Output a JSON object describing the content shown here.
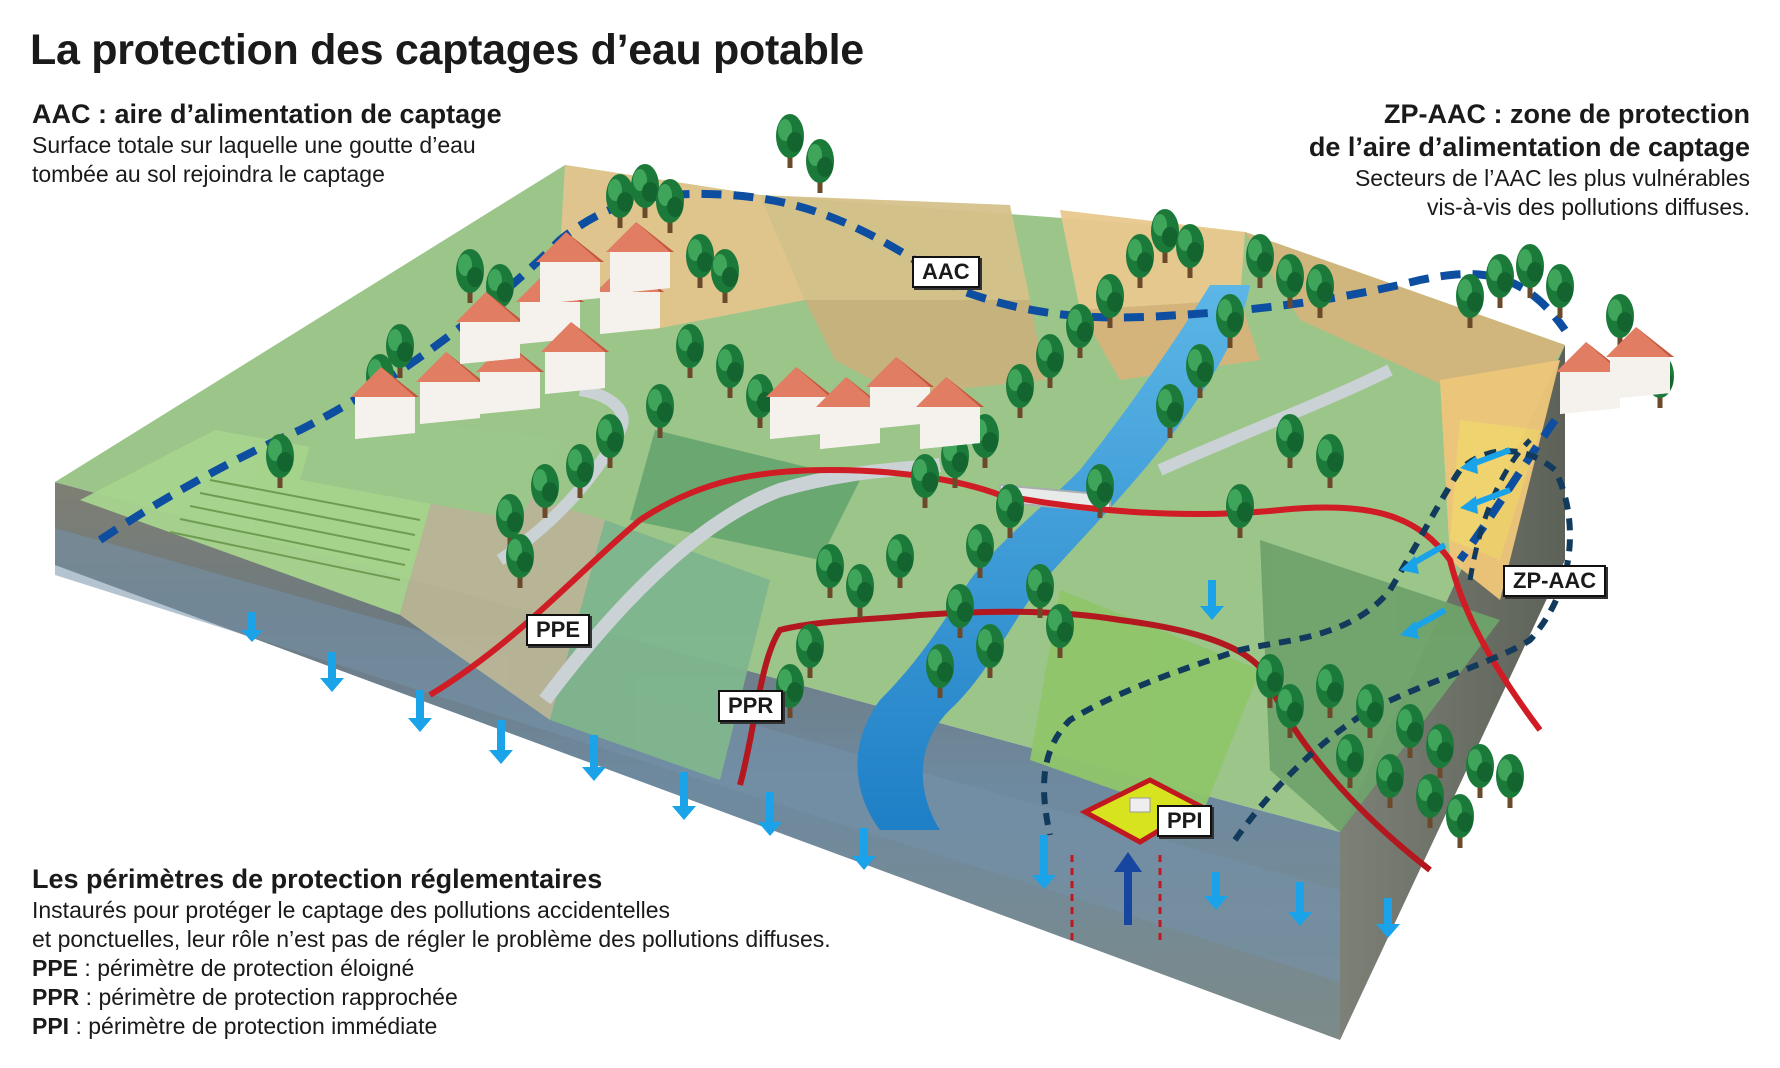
{
  "title": "La protection des captages d’eau potable",
  "aac": {
    "heading": "AAC : aire d’alimentation de captage",
    "lines": [
      "Surface totale sur laquelle une goutte d’eau",
      "tombée au sol rejoindra le captage"
    ]
  },
  "zp_aac": {
    "heading_lines": [
      "ZP-AAC : zone de protection",
      "de l’aire d’alimentation de captage"
    ],
    "lines": [
      "Secteurs de l’AAC les plus vulnérables",
      "vis-à-vis des pollutions diffuses."
    ]
  },
  "perimetres": {
    "heading": "Les périmètres de protection réglementaires",
    "lines": [
      "Instaurés pour protéger le captage des pollutions accidentelles",
      "et ponctuelles, leur rôle n’est pas de régler le problème des pollutions diffuses."
    ],
    "items": [
      {
        "abbr": "PPE",
        "text": " : périmètre de protection éloigné"
      },
      {
        "abbr": "PPR",
        "text": " : périmètre de protection rapprochée"
      },
      {
        "abbr": "PPI",
        "text": " : périmètre de protection immédiate"
      }
    ]
  },
  "map_labels": {
    "aac": "AAC",
    "zp_aac": "ZP-AAC",
    "ppe": "PPE",
    "ppr": "PPR",
    "ppi": "PPI"
  },
  "colors": {
    "aac_line": "#0d4ea0",
    "zp_line": "#0f3a5c",
    "perimeter_line": "#d01c24",
    "infiltration_arrow": "#1aa3e8",
    "river": "#2e8fd4"
  }
}
